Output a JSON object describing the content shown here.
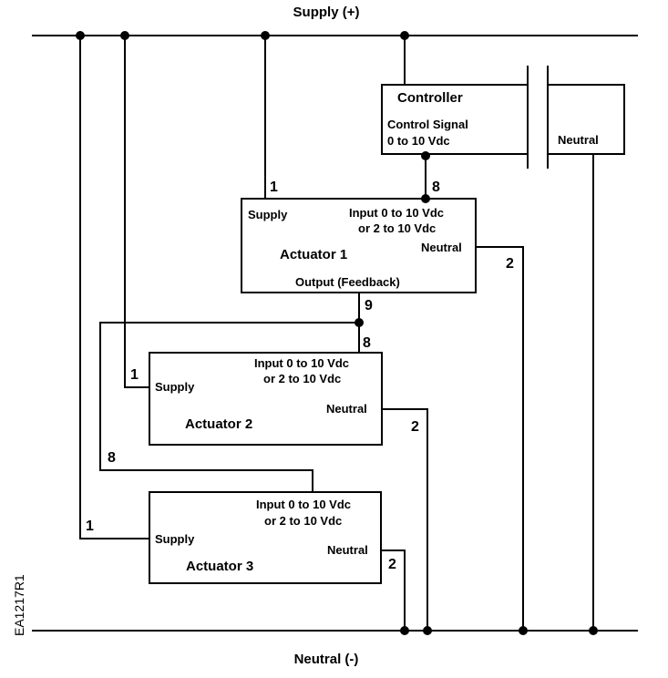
{
  "supply_label": "Supply (+)",
  "neutral_label": "Neutral (-)",
  "drawing_code": "EA1217R1",
  "controller": {
    "title": "Controller",
    "signal_line1": "Control Signal",
    "signal_line2": "0 to 10 Vdc",
    "neutral": "Neutral"
  },
  "actuator1": {
    "title": "Actuator 1",
    "supply": "Supply",
    "input_line1": "Input 0 to 10 Vdc",
    "input_line2": "or 2 to 10 Vdc",
    "neutral": "Neutral",
    "output": "Output (Feedback)"
  },
  "actuator2": {
    "title": "Actuator 2",
    "supply": "Supply",
    "input_line1": "Input 0 to 10 Vdc",
    "input_line2": "or 2 to 10 Vdc",
    "neutral": "Neutral"
  },
  "actuator3": {
    "title": "Actuator 3",
    "supply": "Supply",
    "input_line1": "Input 0 to 10 Vdc",
    "input_line2": "or 2 to 10 Vdc",
    "neutral": "Neutral"
  },
  "terminals": {
    "a1_supply": "1",
    "a1_input": "8",
    "a1_neutral": "2",
    "a1_output": "9",
    "a2_supply": "1",
    "a2_input": "8",
    "a2_neutral": "2",
    "a2_output": "8",
    "a3_supply": "1",
    "a3_neutral": "2"
  }
}
